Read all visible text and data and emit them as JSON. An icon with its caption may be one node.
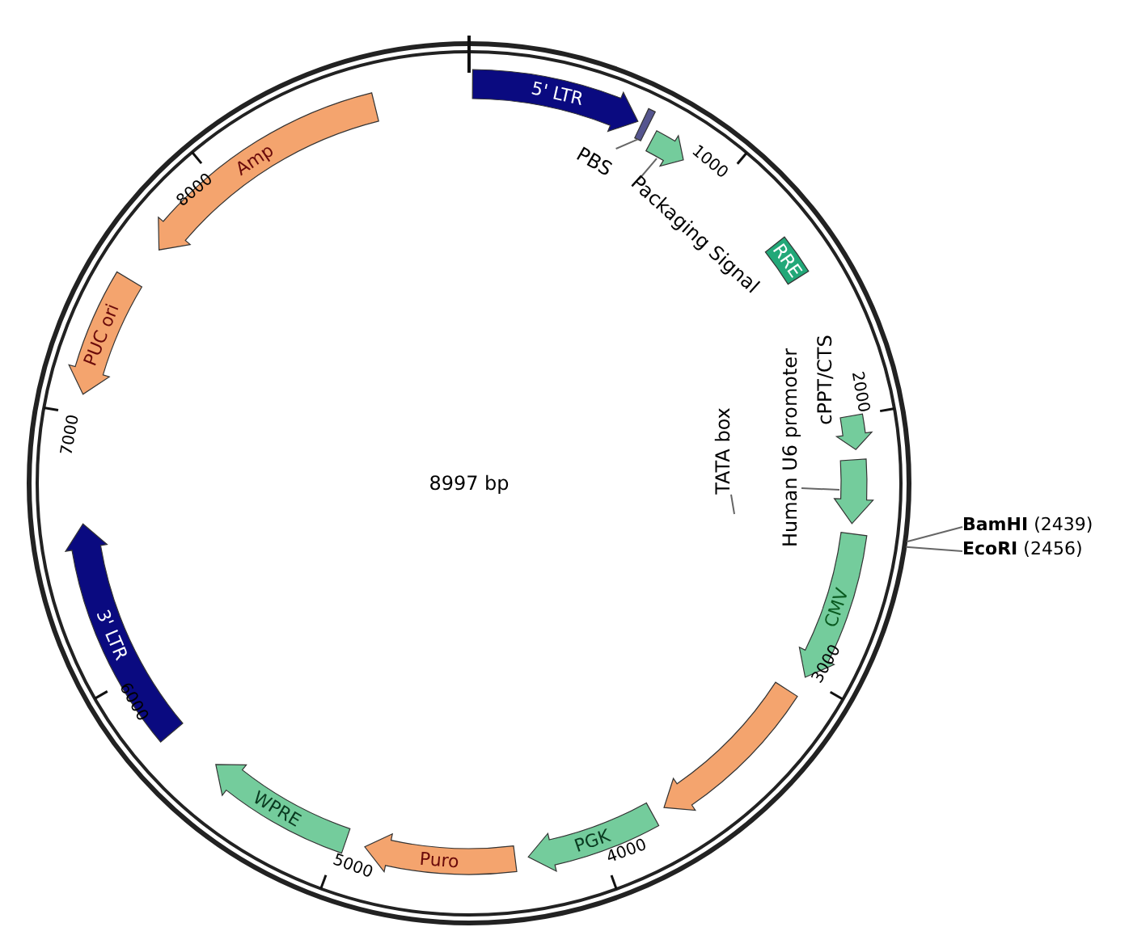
{
  "diagram": {
    "nodes": [
      {
        "text": [
          "5' LTR"
        ]
      },
      {
        "text": [
          "PBS"
        ]
      },
      {
        "text": [],
        "shape": "bar"
      },
      {
        "text": [
          "Packaging Signal"
        ]
      },
      {
        "text": [],
        "shape": "arrow"
      },
      {
        "text": [
          "RRE"
        ]
      },
      {
        "text": [],
        "shape": "arrow",
        "beside": [
          "cPPT/CTS"
        ]
      },
      {
        "text": [
          "Human U6 promoter"
        ]
      },
      {
        "text": [],
        "shape": "arrow"
      },
      {
        "text": [
          "TATA box"
        ]
      },
      {
        "text": [
          "CMV"
        ]
      },
      {
        "text": [],
        "shape": "arrow"
      },
      {
        "text": [
          "PGK"
        ]
      },
      {
        "text": [
          "Puro"
        ]
      },
      {
        "text": [
          "WPRE"
        ]
      },
      {
        "text": [
          "3' LTR"
        ]
      },
      {
        "text": [
          "PUC ori"
        ]
      },
      {
        "text": [
          "Amp"
        ]
      },
      {
        "text": [
          "**BamHI** (2439)"
        ]
      },
      {
        "text": [
          "**EcoRI** (2456)"
        ]
      }
    ],
    "edges": [
      {
        "from": 1,
        "to": 2,
        "arrow": "none"
      },
      {
        "from": 3,
        "to": 4,
        "arrow": "none"
      },
      {
        "from": 7,
        "to": 8,
        "arrow": "none"
      },
      {
        "from": 9,
        "to": null,
        "arrow": "none"
      },
      {
        "from": 18,
        "to": null,
        "arrow": "none"
      },
      {
        "from": 19,
        "to": null,
        "arrow": "none"
      }
    ],
    "labels": [
      "8997 bp",
      "1000",
      "2000",
      "3000",
      "4000",
      "5000",
      "6000",
      "7000",
      "8000"
    ]
  }
}
